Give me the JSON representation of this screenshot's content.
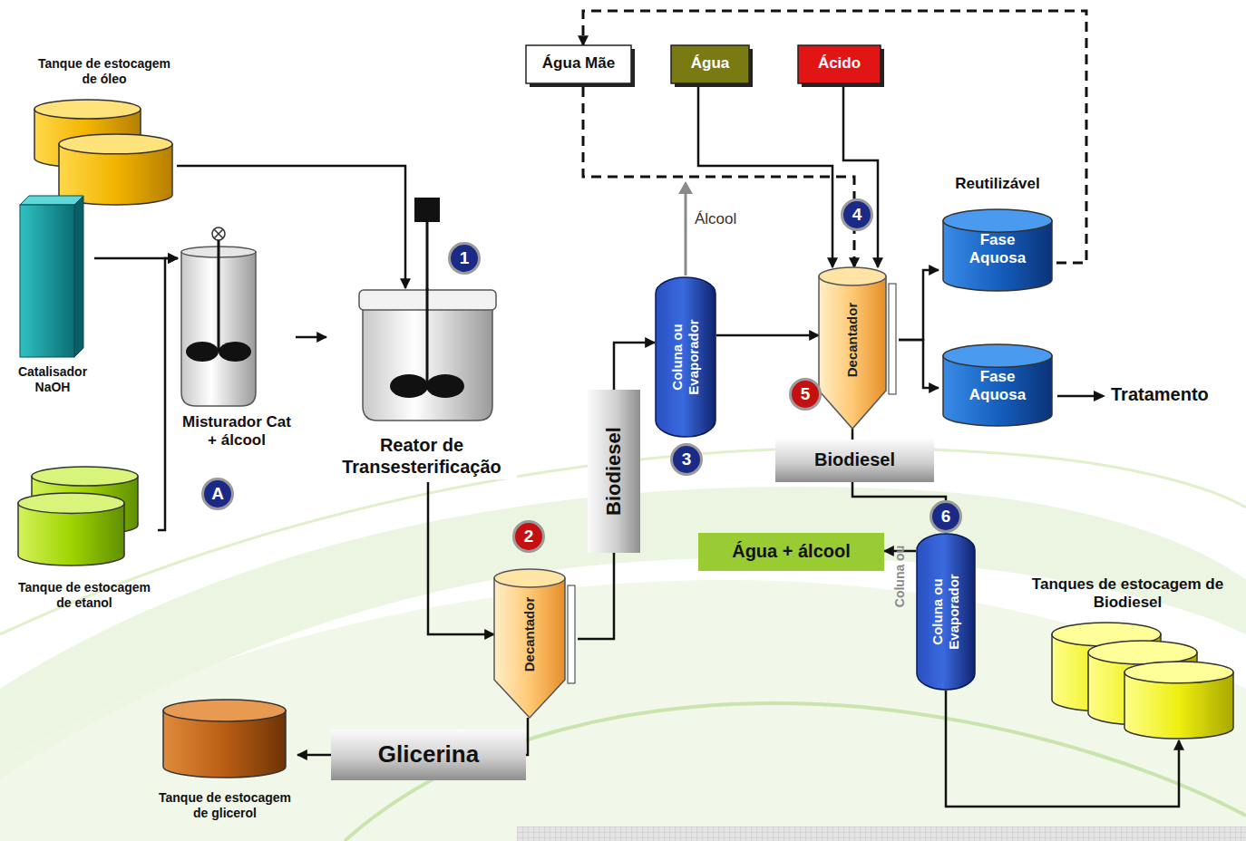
{
  "diagram": {
    "nodes": [
      {
        "text": [
          "Tanque de estocagem de óleo"
        ]
      },
      {
        "text": [
          "Catalisador NaOH"
        ]
      },
      {
        "text": [
          "Misturador Cat + álcool"
        ]
      },
      {
        "text": [
          "Tanque de estocagem de etanol"
        ]
      },
      {
        "text": [
          "Reator de Transesterificação"
        ]
      },
      {
        "text": [
          "Decantador"
        ]
      },
      {
        "text": [
          "Biodiesel"
        ]
      },
      {
        "text": [
          "Glicerina"
        ]
      },
      {
        "text": [
          "Tanque de estocagem de glicerol"
        ]
      },
      {
        "text": [
          "Água Mãe"
        ]
      },
      {
        "text": [
          "Água"
        ]
      },
      {
        "text": [
          "Ácido"
        ]
      },
      {
        "text": [
          "Coluna ou Evaporador"
        ]
      },
      {
        "text": [
          "Decantador"
        ]
      },
      {
        "text": [
          "Reutilizável",
          "Fase Aquosa"
        ]
      },
      {
        "text": [
          "Fase Aquosa"
        ]
      },
      {
        "text": [
          "Biodiesel"
        ]
      },
      {
        "text": [
          "Água + álcool"
        ]
      },
      {
        "text": [
          "Coluna ou Evaporador"
        ]
      },
      {
        "text": [
          "Tanques de estocagem de Biodiesel"
        ]
      }
    ],
    "edges": [
      {
        "from": 0,
        "to": 4,
        "arrow": "to"
      },
      {
        "from": 1,
        "to": 2,
        "arrow": "to"
      },
      {
        "from": 3,
        "to": 2,
        "arrow": "to"
      },
      {
        "from": 2,
        "to": 4,
        "arrow": "to"
      },
      {
        "from": 4,
        "to": 5,
        "arrow": "to"
      },
      {
        "from": 5,
        "to": 6,
        "arrow": "none"
      },
      {
        "from": 6,
        "to": 12,
        "arrow": "to"
      },
      {
        "from": 5,
        "to": 7,
        "arrow": "none"
      },
      {
        "from": 7,
        "to": 8,
        "arrow": "to"
      },
      {
        "from": 12,
        "to": 13,
        "arrow": "to"
      },
      {
        "from": 10,
        "to": 13,
        "arrow": "to"
      },
      {
        "from": 11,
        "to": 13,
        "arrow": "to"
      },
      {
        "from": 9,
        "to": 13,
        "arrow": "to"
      },
      {
        "from": 13,
        "to": 14,
        "arrow": "to"
      },
      {
        "from": 13,
        "to": 15,
        "arrow": "to"
      },
      {
        "from": 14,
        "to": 9,
        "arrow": "to"
      },
      {
        "from": 13,
        "to": 16,
        "arrow": "none"
      },
      {
        "from": 16,
        "to": 18,
        "arrow": "to"
      },
      {
        "from": 18,
        "to": 17,
        "arrow": "to"
      },
      {
        "from": 18,
        "to": 19,
        "arrow": "to"
      }
    ],
    "labels": [
      "1",
      "2",
      "3",
      "4",
      "5",
      "6",
      "A",
      "Álcool",
      "Tratamento",
      "Coluna ou"
    ]
  }
}
